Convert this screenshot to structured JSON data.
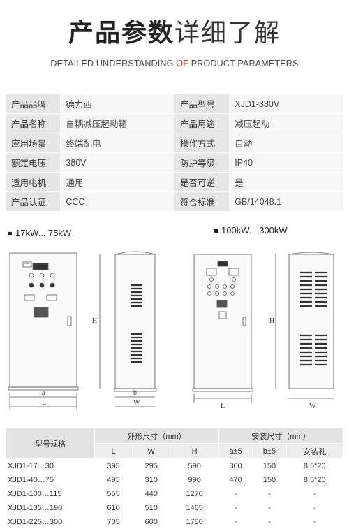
{
  "header": {
    "title_bold": "产品参数",
    "title_light": "详细了解",
    "subtitle_a": "DETAILED UNDERSTANDING ",
    "subtitle_b": "OF",
    "subtitle_c": " PRODUCT PARAMETERS"
  },
  "specs": [
    [
      {
        "k": "产品品牌",
        "v": "德力西"
      },
      {
        "k": "产品型号",
        "v": "XJD1-380V"
      }
    ],
    [
      {
        "k": "产品名称",
        "v": "自耦减压起动箱"
      },
      {
        "k": "产品用途",
        "v": "减压起动"
      }
    ],
    [
      {
        "k": "应用场景",
        "v": "终端配电"
      },
      {
        "k": "操作方式",
        "v": "自动"
      }
    ],
    [
      {
        "k": "额定电压",
        "v": "380V"
      },
      {
        "k": "防护等级",
        "v": "IP40"
      }
    ],
    [
      {
        "k": "适用电机",
        "v": "通用"
      },
      {
        "k": "是否可逆",
        "v": "是"
      }
    ],
    [
      {
        "k": "产品认证",
        "v": "CCC"
      },
      {
        "k": "符合标准",
        "v": "GB/14048.1"
      }
    ]
  ],
  "models": {
    "small": "17kW... 75kW",
    "large": "100kW... 300kW"
  },
  "drawing_labels": {
    "a": "a",
    "L": "L",
    "H": "H",
    "b": "b",
    "W": "W"
  },
  "dim_table": {
    "model_header": "型号规格",
    "group1": "外形尺寸（mm）",
    "group2": "安装尺寸（mm）",
    "cols": [
      "L",
      "W",
      "H",
      "a±5",
      "b±5",
      "安装孔"
    ],
    "rows": [
      {
        "model": "XJD1-17…30",
        "vals": [
          "395",
          "295",
          "590",
          "360",
          "150",
          "8.5*20"
        ]
      },
      {
        "model": "XJD1-40…75",
        "vals": [
          "495",
          "310",
          "990",
          "470",
          "150",
          "8.5*20"
        ]
      },
      {
        "model": "XJD1-100…115",
        "vals": [
          "555",
          "440",
          "1270",
          "-",
          "-",
          "-"
        ]
      },
      {
        "model": "XJD1-135…190",
        "vals": [
          "610",
          "510",
          "1465",
          "-",
          "-",
          "-"
        ]
      },
      {
        "model": "XJD1-225…300",
        "vals": [
          "705",
          "600",
          "1750",
          "-",
          "-",
          "-"
        ]
      }
    ]
  }
}
